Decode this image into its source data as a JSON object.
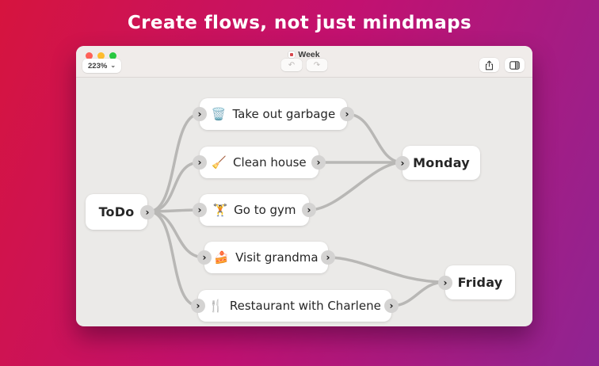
{
  "headline": "Create flows, not just mindmaps",
  "window": {
    "title": "Week",
    "zoom_level": "223%",
    "traffic_lights": [
      "close",
      "minimize",
      "maximize"
    ]
  },
  "icons": {
    "chevron_down": "⌄",
    "undo": "↶",
    "redo": "↷",
    "chevron_right": "›",
    "share": "share-icon",
    "sidebar_toggle": "sidebar-toggle-icon",
    "document": "document-icon"
  },
  "colors": {
    "background_gradient": [
      "#d6143e",
      "#c21170",
      "#8f2492"
    ],
    "traffic_red": "#ff5f57",
    "traffic_yellow": "#febc2e",
    "traffic_green": "#28c840",
    "edge": "#b8b7b5",
    "canvas_bg": "#ebeae8",
    "titlebar_bg": "#f0ecea",
    "node_bg": "#ffffff"
  },
  "nodes": [
    {
      "id": "todo",
      "label": "ToDo",
      "emoji": ""
    },
    {
      "id": "take-out-garbage",
      "label": "Take out garbage",
      "emoji": "🗑️"
    },
    {
      "id": "clean-house",
      "label": "Clean house",
      "emoji": "🧹"
    },
    {
      "id": "go-to-gym",
      "label": "Go to gym",
      "emoji": "🏋️"
    },
    {
      "id": "visit-grandma",
      "label": "Visit grandma",
      "emoji": "🍰"
    },
    {
      "id": "restaurant-with-charlene",
      "label": "Restaurant with Charlene",
      "emoji": "🍴"
    },
    {
      "id": "monday",
      "label": "Monday",
      "emoji": ""
    },
    {
      "id": "friday",
      "label": "Friday",
      "emoji": ""
    }
  ],
  "edges": [
    {
      "from": "todo",
      "to": "take-out-garbage"
    },
    {
      "from": "todo",
      "to": "clean-house"
    },
    {
      "from": "todo",
      "to": "go-to-gym"
    },
    {
      "from": "todo",
      "to": "visit-grandma"
    },
    {
      "from": "todo",
      "to": "restaurant-with-charlene"
    },
    {
      "from": "take-out-garbage",
      "to": "monday"
    },
    {
      "from": "clean-house",
      "to": "monday"
    },
    {
      "from": "go-to-gym",
      "to": "monday"
    },
    {
      "from": "visit-grandma",
      "to": "friday"
    },
    {
      "from": "restaurant-with-charlene",
      "to": "friday"
    }
  ]
}
